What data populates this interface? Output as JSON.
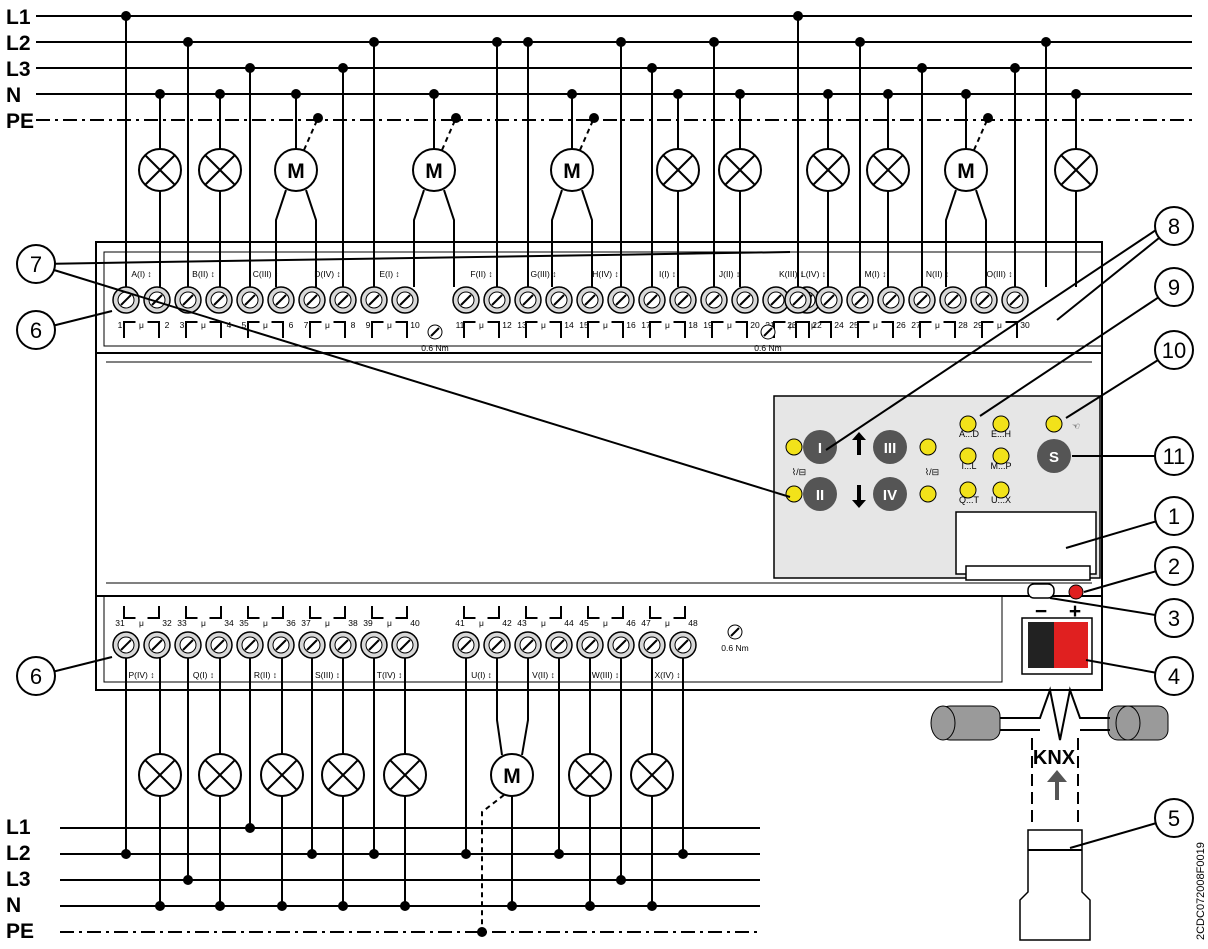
{
  "buses_top": [
    "L1",
    "L2",
    "L3",
    "N",
    "PE"
  ],
  "buses_bottom": [
    "L1",
    "L2",
    "L3",
    "N",
    "PE"
  ],
  "motor_label": "M",
  "top_channels": [
    "A(I)",
    "B(II)",
    "C(III)",
    "D(IV)",
    "E(I)",
    "F(II)",
    "G(III)",
    "H(IV)",
    "I(I)",
    "J(II)",
    "K(III)",
    "L(IV)",
    "M(I)",
    "N(II)",
    "O(III)"
  ],
  "bottom_channels": [
    "P(IV)",
    "Q(I)",
    "R(II)",
    "S(III)",
    "T(IV)",
    "U(I)",
    "V(II)",
    "W(III)",
    "X(IV)"
  ],
  "top_numbers_odd": [
    "1",
    "3",
    "5",
    "7",
    "9",
    "11",
    "13",
    "15",
    "17",
    "19",
    "21",
    "23",
    "25",
    "27",
    "29"
  ],
  "top_numbers_even": [
    "2",
    "4",
    "6",
    "8",
    "10",
    "12",
    "14",
    "16",
    "18",
    "20",
    "22",
    "24",
    "26",
    "28",
    "30"
  ],
  "bottom_numbers_odd": [
    "31",
    "33",
    "35",
    "37",
    "39",
    "41",
    "43",
    "45",
    "47"
  ],
  "bottom_numbers_even": [
    "32",
    "34",
    "36",
    "38",
    "40",
    "42",
    "44",
    "46",
    "48"
  ],
  "contact_symbol": "μ",
  "torque": "0.6 Nm",
  "callouts": [
    "6",
    "8",
    "9",
    "10",
    "7",
    "11",
    "1",
    "2",
    "3",
    "4",
    "6",
    "5"
  ],
  "panel": {
    "buttons": [
      "I",
      "II",
      "III",
      "IV"
    ],
    "mode_button": "S",
    "led_groups": [
      "A...D",
      "E...H",
      "I...L",
      "M...P",
      "Q...T",
      "U...X"
    ],
    "blind_symbol": "⌇/⊟",
    "manual_symbol": "☜"
  },
  "knx_label": "KNX",
  "bus_polarity": [
    "−",
    "+"
  ],
  "doc_id": "2CDC072008F0019",
  "colors": {
    "led": "#f2e21a",
    "button": "#555555",
    "panel": "#e6e6e6",
    "red": "#e02020",
    "cable": "#9a9a9a"
  }
}
